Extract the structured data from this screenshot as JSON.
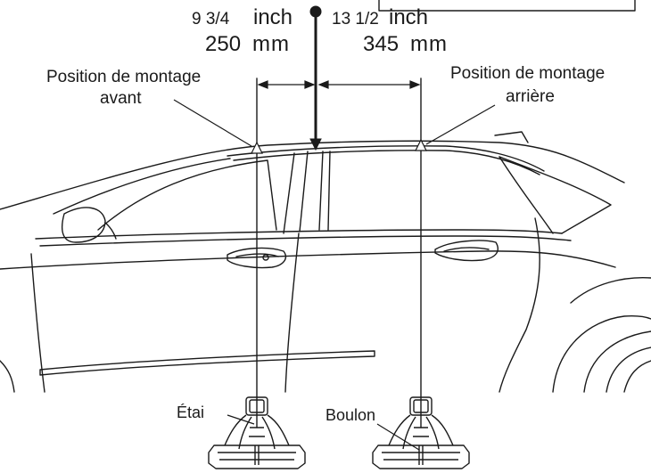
{
  "measurements": {
    "front_inch_value": "9 3/4",
    "front_inch_unit": "inch",
    "front_mm_value": "250",
    "front_mm_unit": "mm",
    "rear_inch_value": "13 1/2",
    "rear_inch_unit": "inch",
    "rear_mm_value": "345",
    "rear_mm_unit": "mm"
  },
  "labels": {
    "front_position_line1": "Position de montage",
    "front_position_line2": "avant",
    "rear_position_line1": "Position de montage",
    "rear_position_line2": "arrière",
    "stay": "Étai",
    "bolt": "Boulon"
  }
}
